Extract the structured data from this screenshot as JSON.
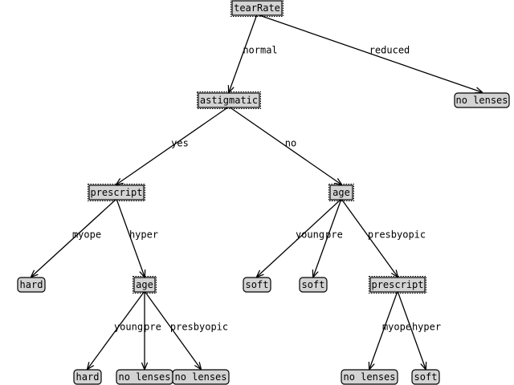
{
  "nodes": [
    {
      "id": "n1",
      "kind": "decision",
      "label": "tearRate"
    },
    {
      "id": "n2",
      "kind": "decision",
      "label": "astigmatic"
    },
    {
      "id": "n3",
      "kind": "leaf",
      "label": "no lenses"
    },
    {
      "id": "n4",
      "kind": "decision",
      "label": "prescript"
    },
    {
      "id": "n5",
      "kind": "decision",
      "label": "age"
    },
    {
      "id": "n6",
      "kind": "leaf",
      "label": "hard"
    },
    {
      "id": "n7",
      "kind": "decision",
      "label": "age"
    },
    {
      "id": "n8",
      "kind": "leaf",
      "label": "soft"
    },
    {
      "id": "n9",
      "kind": "leaf",
      "label": "soft"
    },
    {
      "id": "n10",
      "kind": "decision",
      "label": "prescript"
    },
    {
      "id": "n11",
      "kind": "leaf",
      "label": "hard"
    },
    {
      "id": "n12",
      "kind": "leaf",
      "label": "no lenses"
    },
    {
      "id": "n13",
      "kind": "leaf",
      "label": "no lenses"
    },
    {
      "id": "n14",
      "kind": "leaf",
      "label": "no lenses"
    },
    {
      "id": "n15",
      "kind": "leaf",
      "label": "soft"
    }
  ],
  "edges": [
    {
      "from": "n1",
      "to": "n2",
      "label": "normal"
    },
    {
      "from": "n1",
      "to": "n3",
      "label": "reduced"
    },
    {
      "from": "n2",
      "to": "n4",
      "label": "yes"
    },
    {
      "from": "n2",
      "to": "n5",
      "label": "no"
    },
    {
      "from": "n4",
      "to": "n6",
      "label": "myope"
    },
    {
      "from": "n4",
      "to": "n7",
      "label": "hyper"
    },
    {
      "from": "n5",
      "to": "n8",
      "label": "young"
    },
    {
      "from": "n5",
      "to": "n9",
      "label": "pre"
    },
    {
      "from": "n5",
      "to": "n10",
      "label": "presbyopic"
    },
    {
      "from": "n7",
      "to": "n11",
      "label": "young"
    },
    {
      "from": "n7",
      "to": "n12",
      "label": "pre"
    },
    {
      "from": "n7",
      "to": "n13",
      "label": "presbyopic"
    },
    {
      "from": "n10",
      "to": "n14",
      "label": "myope"
    },
    {
      "from": "n10",
      "to": "n15",
      "label": "hyper"
    }
  ]
}
